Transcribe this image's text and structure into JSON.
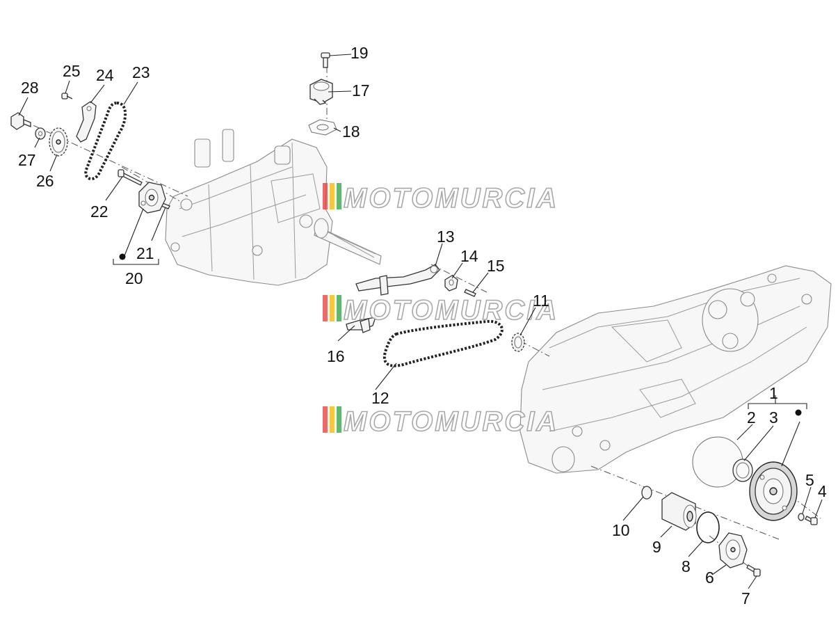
{
  "diagram": {
    "callouts": [
      {
        "id": "c1",
        "label": "1"
      },
      {
        "id": "c2",
        "label": "2"
      },
      {
        "id": "c3",
        "label": "3"
      },
      {
        "id": "c4",
        "label": "4"
      },
      {
        "id": "c5",
        "label": "5"
      },
      {
        "id": "c6",
        "label": "6"
      },
      {
        "id": "c7",
        "label": "7"
      },
      {
        "id": "c8",
        "label": "8"
      },
      {
        "id": "c9",
        "label": "9"
      },
      {
        "id": "c10",
        "label": "10"
      },
      {
        "id": "c11",
        "label": "11"
      },
      {
        "id": "c12",
        "label": "12"
      },
      {
        "id": "c13",
        "label": "13"
      },
      {
        "id": "c14",
        "label": "14"
      },
      {
        "id": "c15",
        "label": "15"
      },
      {
        "id": "c16",
        "label": "16"
      },
      {
        "id": "c17",
        "label": "17"
      },
      {
        "id": "c18",
        "label": "18"
      },
      {
        "id": "c19",
        "label": "19"
      },
      {
        "id": "c20",
        "label": "20"
      },
      {
        "id": "c21",
        "label": "21"
      },
      {
        "id": "c22",
        "label": "22"
      },
      {
        "id": "c23",
        "label": "23"
      },
      {
        "id": "c24",
        "label": "24"
      },
      {
        "id": "c25",
        "label": "25"
      },
      {
        "id": "c26",
        "label": "26"
      },
      {
        "id": "c27",
        "label": "27"
      },
      {
        "id": "c28",
        "label": "28"
      }
    ],
    "watermark": {
      "text": "MOTOMURCIA",
      "stripe_colors": [
        "#e53935",
        "#f5b400",
        "#2e9e3e"
      ]
    }
  }
}
